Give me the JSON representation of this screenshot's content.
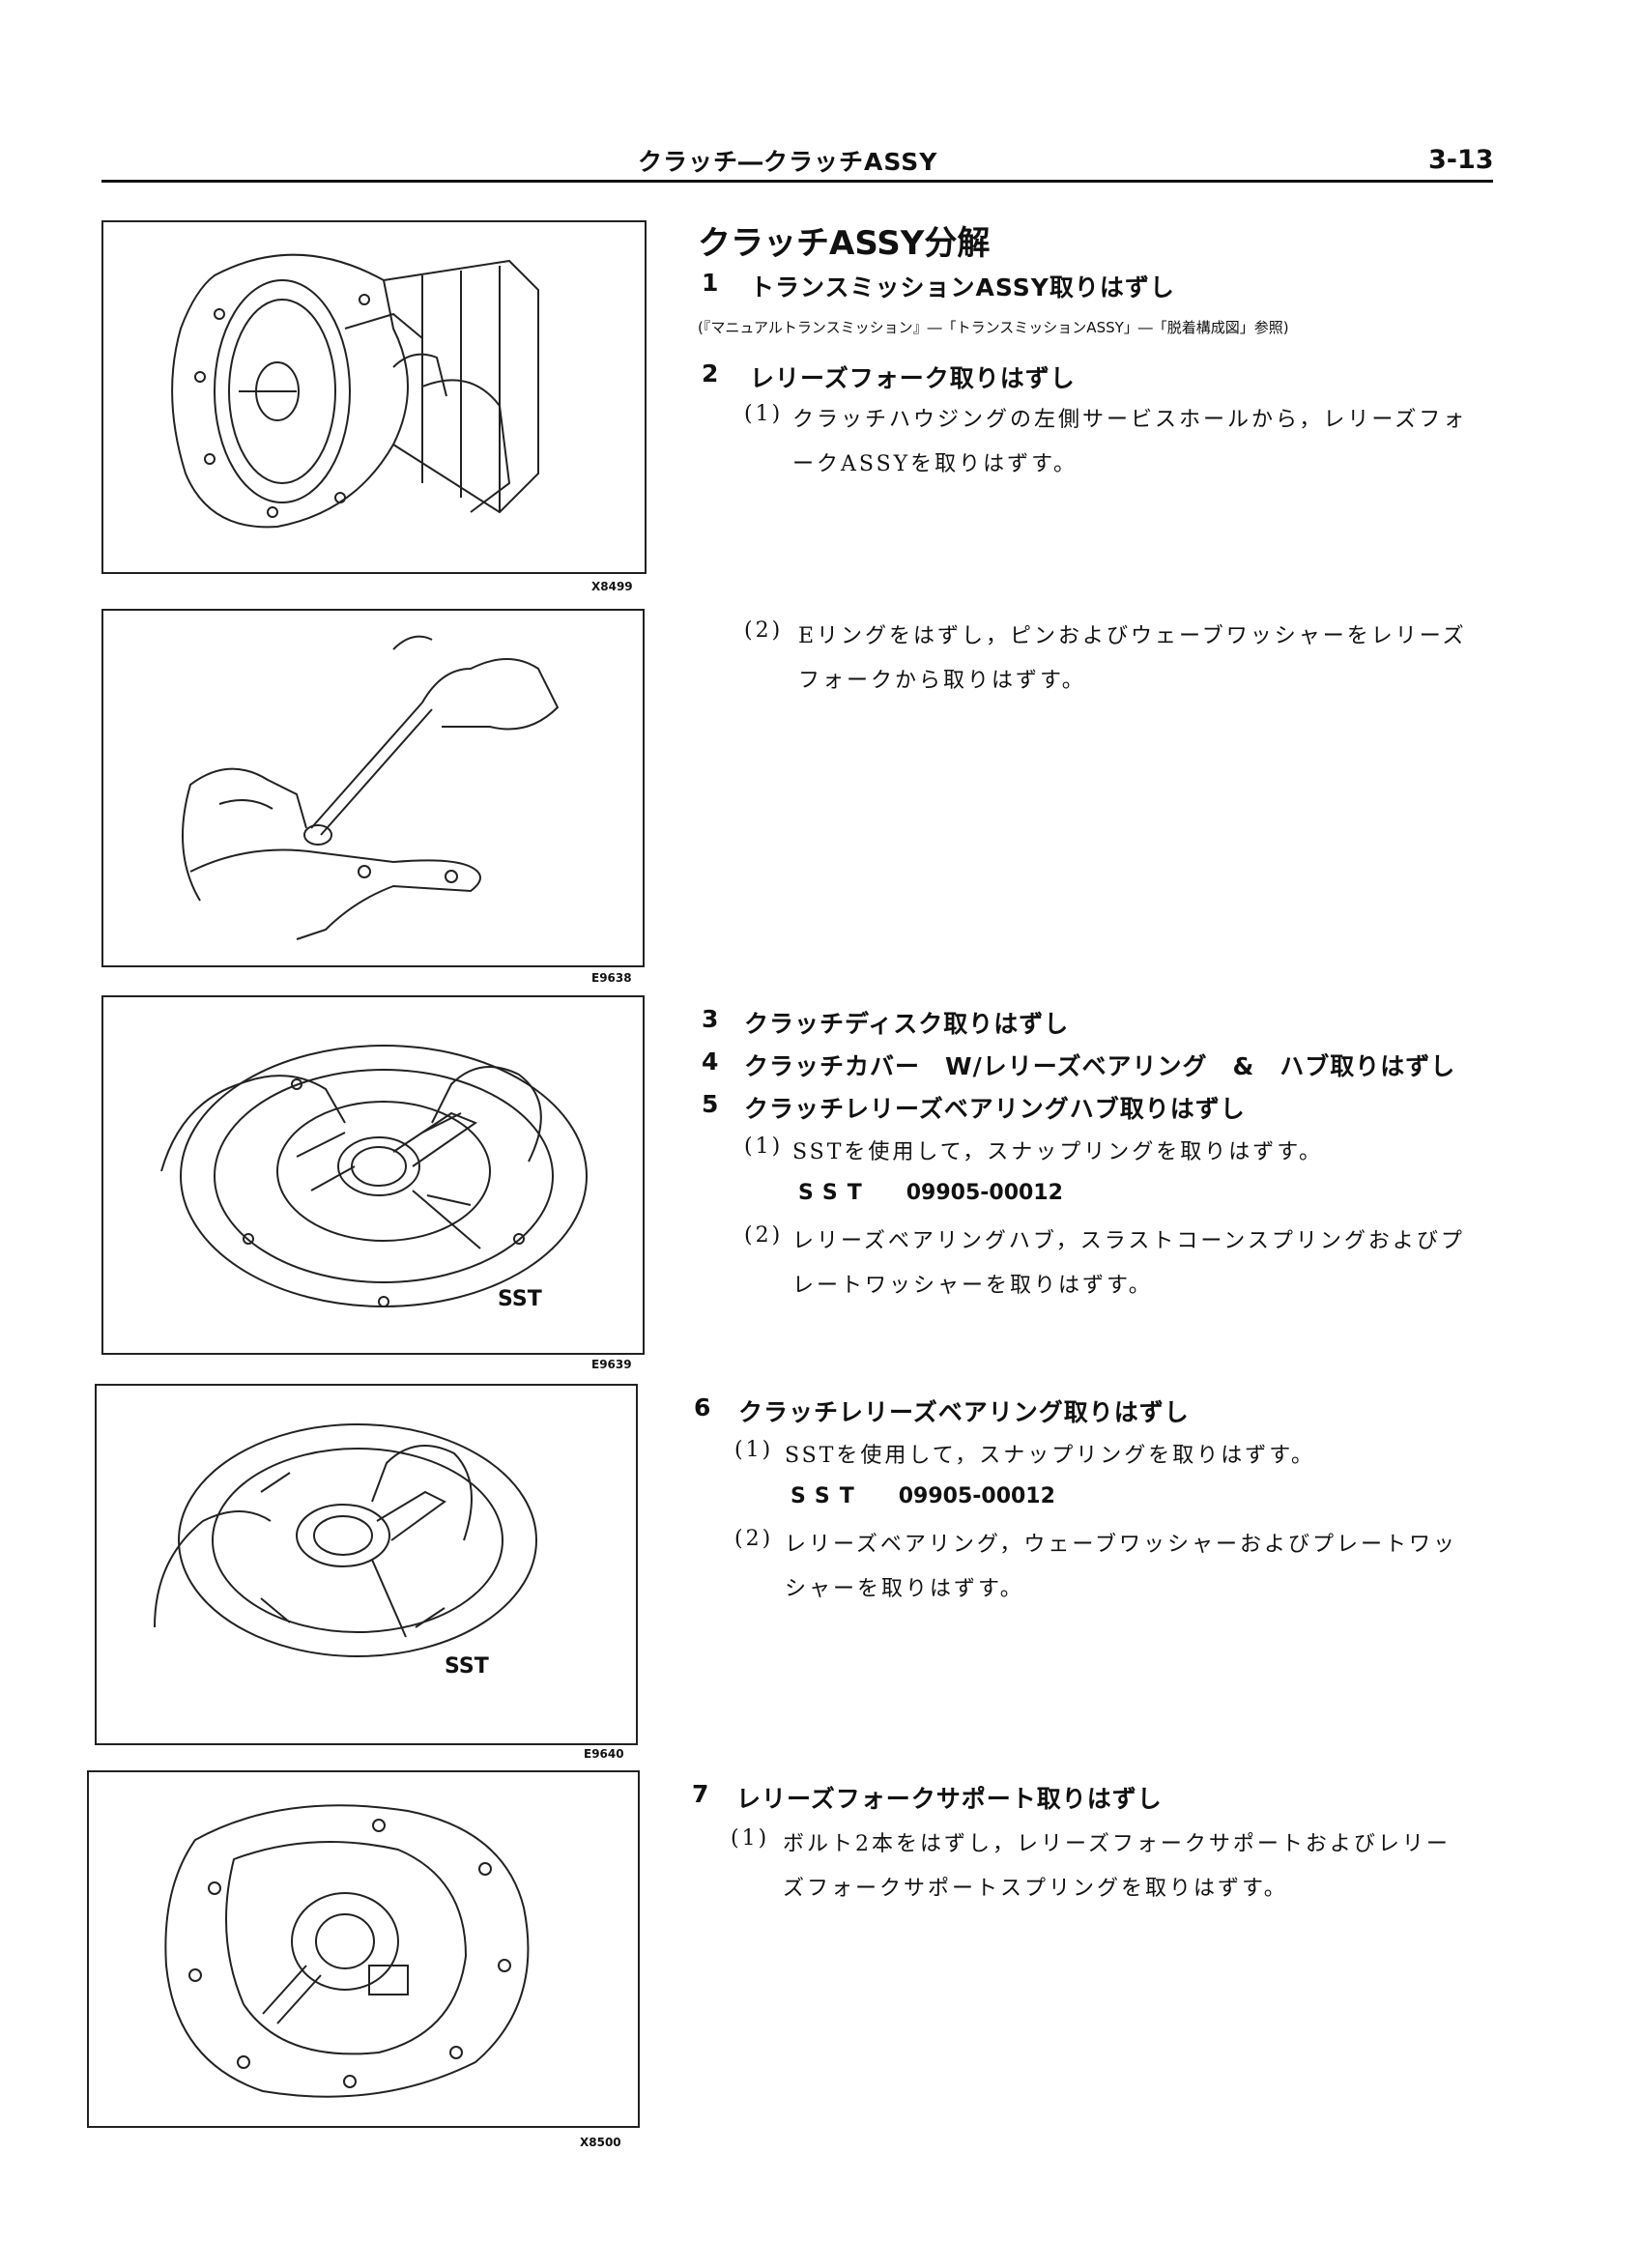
{
  "header": {
    "title": "クラッチ―クラッチASSY",
    "page": "3-13"
  },
  "figures": [
    {
      "code": "X8499"
    },
    {
      "code": "E9638"
    },
    {
      "code": "E9639",
      "callout": "SST"
    },
    {
      "code": "E9640",
      "callout": "SST"
    },
    {
      "code": "X8500"
    }
  ],
  "section": {
    "title": "クラッチASSY分解",
    "steps": [
      {
        "num": "1",
        "title": "トランスミッションASSY取りはずし",
        "ref": "(『マニュアルトランスミッション』―「トランスミッションASSY」―「脱着構成図」参照)"
      },
      {
        "num": "2",
        "title": "レリーズフォーク取りはずし",
        "sub1_num": "(1)",
        "sub1_line1": "クラッチハウジングの左側サービスホールから，レリーズフォ",
        "sub1_line2": "ークASSYを取りはずす。",
        "sub2_num": "(2)",
        "sub2_line1": "Eリングをはずし，ピンおよびウェーブワッシャーをレリーズ",
        "sub2_line2": "フォークから取りはずす。"
      },
      {
        "num": "3",
        "title": "クラッチディスク取りはずし"
      },
      {
        "num": "4",
        "title": "クラッチカバー　W/レリーズベアリング　&　ハブ取りはずし"
      },
      {
        "num": "5",
        "title": "クラッチレリーズベアリングハブ取りはずし",
        "sub1_num": "(1)",
        "sub1_line1": "SSTを使用して，スナップリングを取りはずす。",
        "sst_label": "SST",
        "sst_value": "09905-00012",
        "sub2_num": "(2)",
        "sub2_line1": "レリーズベアリングハブ，スラストコーンスプリングおよびプ",
        "sub2_line2": "レートワッシャーを取りはずす。"
      },
      {
        "num": "6",
        "title": "クラッチレリーズベアリング取りはずし",
        "sub1_num": "(1)",
        "sub1_line1": "SSTを使用して，スナップリングを取りはずす。",
        "sst_label": "SST",
        "sst_value": "09905-00012",
        "sub2_num": "(2)",
        "sub2_line1": "レリーズベアリング，ウェーブワッシャーおよびプレートワッ",
        "sub2_line2": "シャーを取りはずす。"
      },
      {
        "num": "7",
        "title": "レリーズフォークサポート取りはずし",
        "sub1_num": "(1)",
        "sub1_line1": "ボルト2本をはずし，レリーズフォークサポートおよびレリー",
        "sub1_line2": "ズフォークサポートスプリングを取りはずす。"
      }
    ]
  }
}
